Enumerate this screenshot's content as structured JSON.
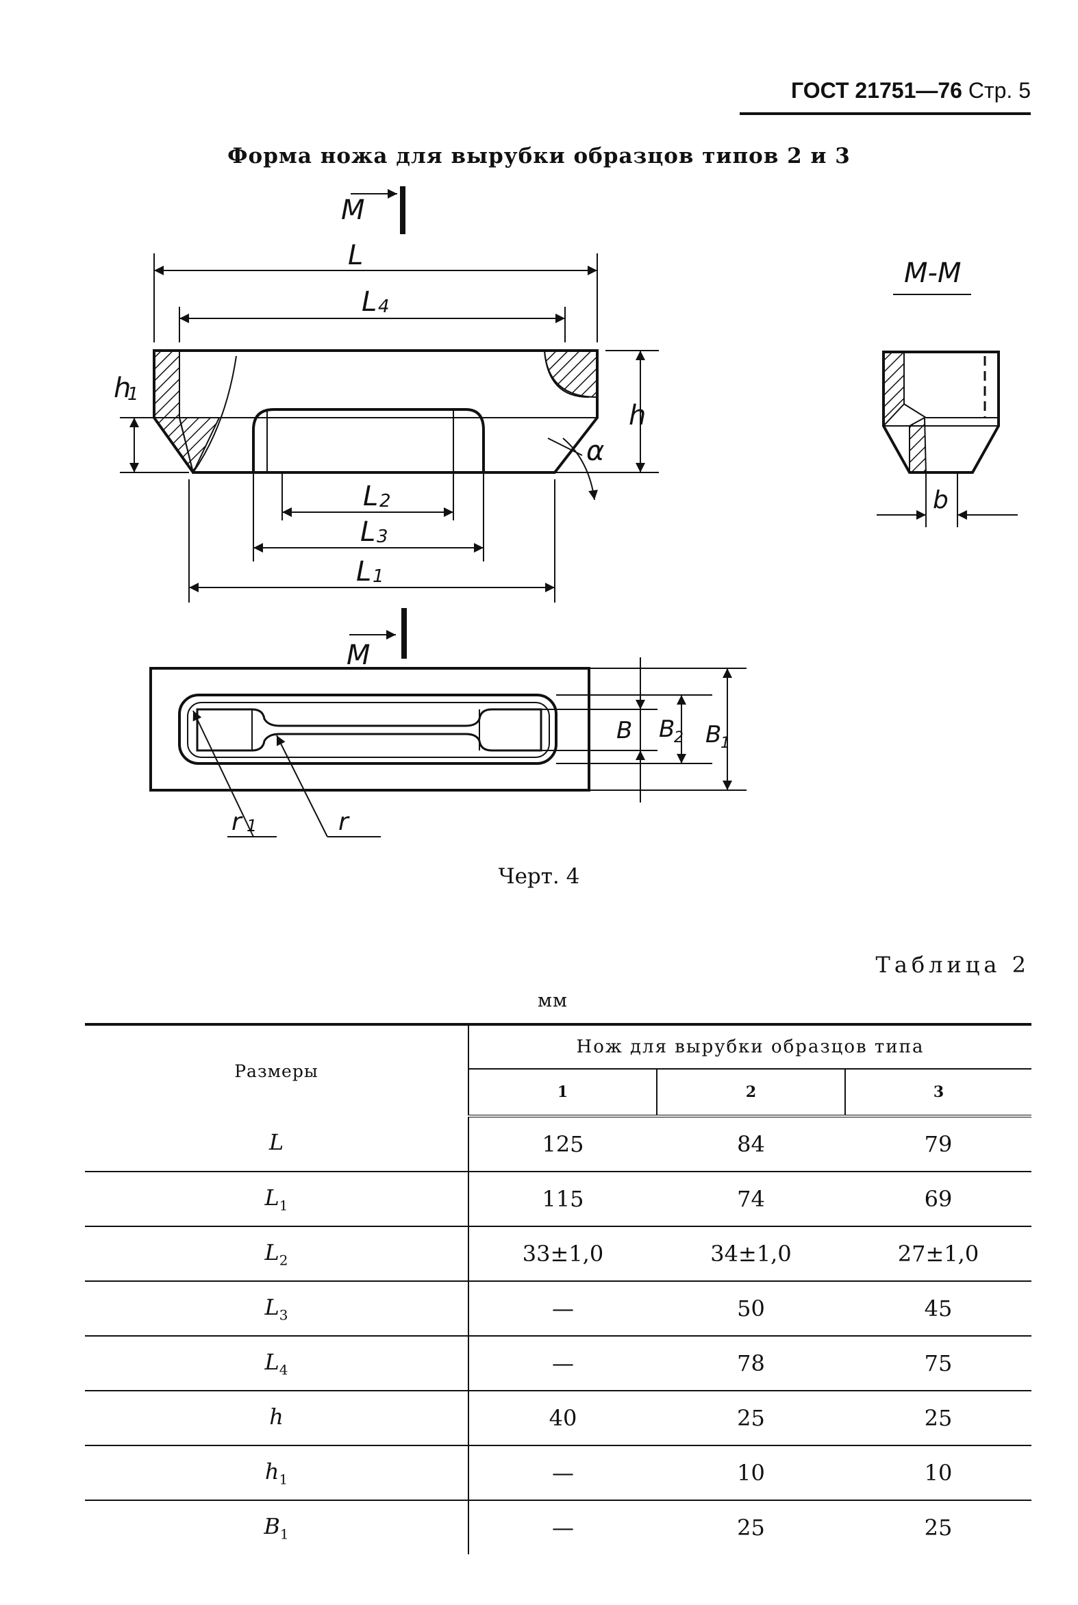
{
  "header": {
    "standard": "ГОСТ 21751—76",
    "page": "Стр. 5"
  },
  "figure": {
    "title": "Форма ножа для вырубки образцов типов 2 и 3",
    "caption": "Черт. 4",
    "labels": {
      "L": "L",
      "L1": "L",
      "L1_sub": "1",
      "L2": "L",
      "L2_sub": "2",
      "L3": "L",
      "L3_sub": "3",
      "L4": "L",
      "L4_sub": "4",
      "h": "h",
      "h1": "h",
      "h1_sub": "1",
      "alpha": "α",
      "section_mark": "M",
      "section_view": "M-M",
      "b": "b",
      "B": "B",
      "B1": "B",
      "B1_sub": "1",
      "B2": "B",
      "B2_sub": "2",
      "r": "r",
      "r1": "r",
      "r1_sub": "1"
    }
  },
  "table": {
    "label": "Таблица 2",
    "unit": "мм",
    "dimension_header": "Размеры",
    "group_header": "Нож для вырубки образцов типа",
    "types": [
      "1",
      "2",
      "3"
    ],
    "rows": [
      {
        "symbol": "L",
        "sub": "",
        "values": [
          "125",
          "84",
          "79"
        ]
      },
      {
        "symbol": "L",
        "sub": "1",
        "values": [
          "115",
          "74",
          "69"
        ]
      },
      {
        "symbol": "L",
        "sub": "2",
        "values": [
          "33±1,0",
          "34±1,0",
          "27±1,0"
        ]
      },
      {
        "symbol": "L",
        "sub": "3",
        "values": [
          "—",
          "50",
          "45"
        ]
      },
      {
        "symbol": "L",
        "sub": "4",
        "values": [
          "—",
          "78",
          "75"
        ]
      },
      {
        "symbol": "h",
        "sub": "",
        "values": [
          "40",
          "25",
          "25"
        ]
      },
      {
        "symbol": "h",
        "sub": "1",
        "values": [
          "—",
          "10",
          "10"
        ]
      },
      {
        "symbol": "B",
        "sub": "1",
        "values": [
          "—",
          "25",
          "25"
        ]
      }
    ]
  }
}
